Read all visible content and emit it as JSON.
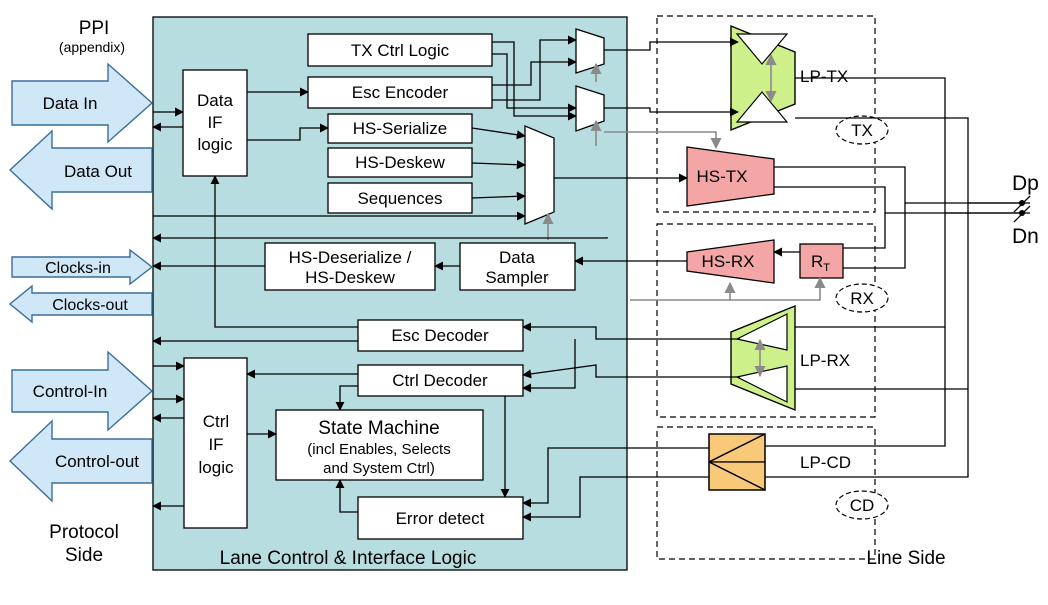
{
  "protocol_side": {
    "ppi": "PPI",
    "appendix": "(appendix)",
    "data_in": "Data In",
    "data_out": "Data Out",
    "clocks_in": "Clocks-in",
    "clocks_out": "Clocks-out",
    "control_in": "Control-In",
    "control_out": "Control-out",
    "caption_line1": "Protocol",
    "caption_line2": "Side"
  },
  "lane_control": {
    "caption": "Lane Control & Interface Logic",
    "data_if": [
      "Data",
      "IF",
      "logic"
    ],
    "ctrl_if": [
      "Ctrl",
      "IF",
      "logic"
    ],
    "tx_ctrl_logic": "TX Ctrl Logic",
    "esc_encoder": "Esc Encoder",
    "hs_serialize": "HS-Serialize",
    "hs_deskew": "HS-Deskew",
    "sequences": "Sequences",
    "hs_deserialize_line1": "HS-Deserialize /",
    "hs_deserialize_line2": "HS-Deskew",
    "data_sampler_line1": "Data",
    "data_sampler_line2": "Sampler",
    "esc_decoder": "Esc Decoder",
    "ctrl_decoder": "Ctrl Decoder",
    "state_machine_title": "State Machine",
    "state_machine_line2": "(incl Enables, Selects",
    "state_machine_line3": "and System Ctrl)",
    "error_detect": "Error detect"
  },
  "line_side": {
    "lp_tx": "LP-TX",
    "hs_tx": "HS-TX",
    "hs_rx": "HS-RX",
    "rt": "R",
    "rt_sub": "T",
    "lp_rx": "LP-RX",
    "lp_cd": "LP-CD",
    "tx": "TX",
    "rx": "RX",
    "cd": "CD",
    "dp": "Dp",
    "dn": "Dn",
    "caption": "Line Side"
  },
  "colors": {
    "lane_bg": "#b7dde1",
    "io_arrow": "#cfe7f7",
    "hs_pink": "#f4a6a6",
    "lp_green": "#cdf08a",
    "cd_orange": "#f8c978"
  }
}
